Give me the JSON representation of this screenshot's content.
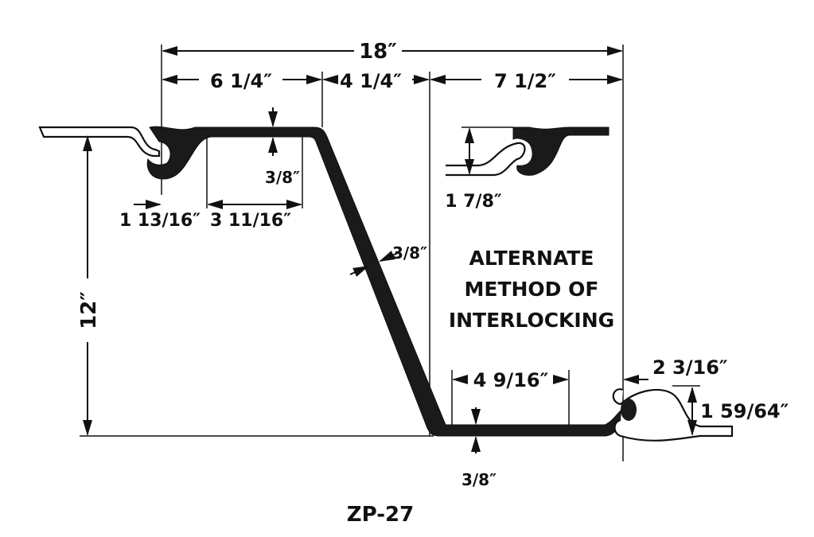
{
  "figure": {
    "caption": "ZP-27",
    "alternate_label": [
      "ALTERNATE",
      "METHOD OF",
      "INTERLOCKING"
    ],
    "dimensions": {
      "overall_width": "18″",
      "top_flange_width": "6 1/4″",
      "web_projection": "4 1/4″",
      "bottom_width": "7 1/2″",
      "top_thickness": "3/8″",
      "interlock_offset_left": "1 13/16″",
      "top_flat": "3 11/16″",
      "web_thickness": "3/8″",
      "depth": "12″",
      "alt_interlock": "1 7/8″",
      "bottom_flat": "4 9/16″",
      "bottom_thickness": "3/8″",
      "interlock_offset_right": "2 3/16″",
      "interlock_height": "1 59/64″"
    }
  }
}
